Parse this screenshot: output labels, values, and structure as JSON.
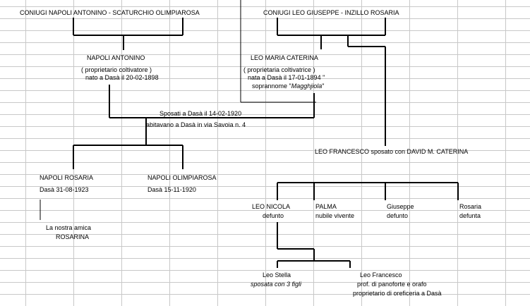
{
  "couples": {
    "napoli_parents": "CONIUGI NAPOLI ANTONINO - SCATURCHIO OLIMPIAROSA",
    "leo_parents": "CONIUGI LEO GIUSEPPE - INZILLO ROSARIA"
  },
  "napoli_antonino": {
    "name": "NAPOLI ANTONINO",
    "role": "( proprietario coltivatore )",
    "birth": "nato a Dasà il 20-02-1898"
  },
  "leo_maria": {
    "name": "LEO MARIA CATERINA",
    "role": "( proprietaria coltivatrice )",
    "birth": "nata a Dasà il 17-01-1894 \"",
    "nickname_prefix": "soprannome \"",
    "nickname": "Magghjiola",
    "nickname_suffix": "\""
  },
  "marriage": {
    "line1": "Sposati a Dasà il 14-02-1920",
    "line2": "abitavano a Dasà in via Savoia n. 4"
  },
  "leo_francesco_married": "LEO FRANCESCO sposato con DAVID M. CATERINA",
  "napoli_children": [
    {
      "name": "NAPOLI ROSARIA",
      "info": "Dasà 31-08-1923"
    },
    {
      "name": "NAPOLI OLIMPIAROSA",
      "info": "Dasà 15-11-1920"
    }
  ],
  "rosarina_note": {
    "line1": "La nostra amica",
    "line2": "ROSARINA"
  },
  "leo_children": [
    {
      "name": "LEO NICOLA",
      "info": "defunto"
    },
    {
      "name": "PALMA",
      "info": "nubile vivente"
    },
    {
      "name": "Giuseppe",
      "info": "defunto"
    },
    {
      "name": "Rosaria",
      "info": "defunta"
    }
  ],
  "grandchildren": {
    "stella": {
      "name": "Leo Stella",
      "info": "sposata con 3 figli"
    },
    "francesco": {
      "name": "Leo Francesco",
      "info1": "prof. di panoforte e orafo",
      "info2": "proprietario di oreficeria a Dasà"
    }
  }
}
